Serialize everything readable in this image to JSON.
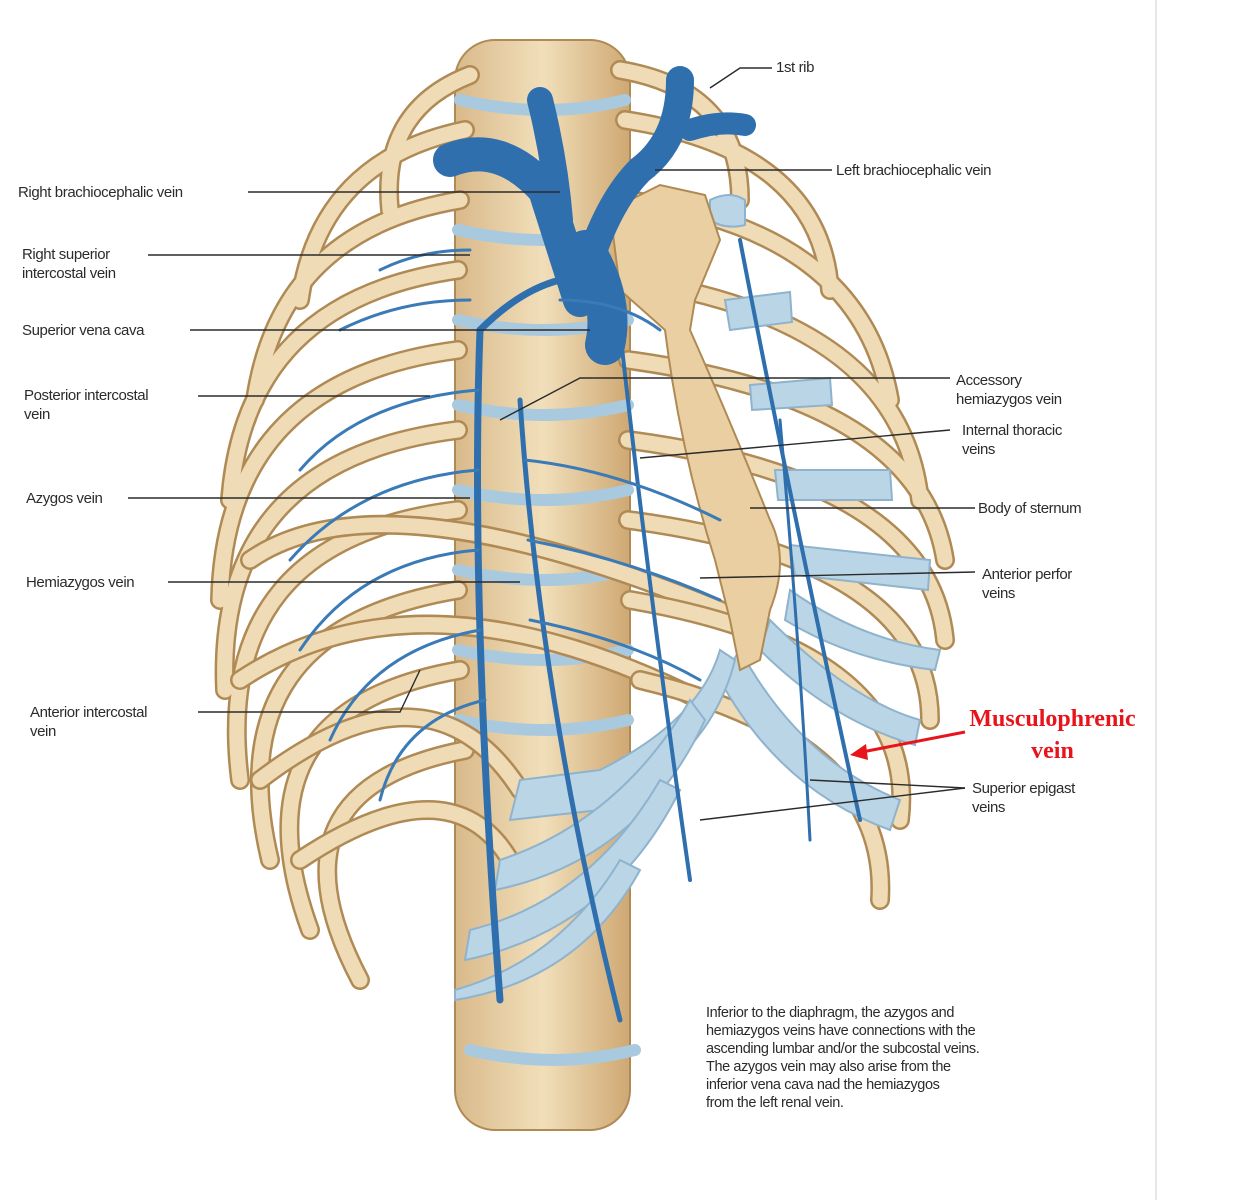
{
  "labels": {
    "first_rib": "1st rib",
    "left_brachiocephalic": "Left brachiocephalic vein",
    "right_brachiocephalic": "Right brachiocephalic vein",
    "right_superior_intercostal": [
      "Right superior",
      "intercostal vein"
    ],
    "superior_vena_cava": "Superior vena cava",
    "posterior_intercostal": [
      "Posterior intercostal",
      "vein"
    ],
    "azygos": "Azygos vein",
    "hemiazygos": "Hemiazygos vein",
    "anterior_intercostal": [
      "Anterior intercostal",
      "vein"
    ],
    "accessory_hemiazygos": [
      "Accessory",
      "hemiazygos vein"
    ],
    "internal_thoracic": [
      "Internal thoracic",
      "veins"
    ],
    "body_of_sternum": "Body of sternum",
    "anterior_perforating": [
      "Anterior perfor",
      "veins"
    ],
    "superior_epigastric": [
      "Superior epigast",
      "veins"
    ]
  },
  "highlight": {
    "text": [
      "Musculophrenic",
      "vein"
    ],
    "color": "#e8141b"
  },
  "footnote": [
    "Inferior to the diaphragm, the azygos and",
    "hemiazygos veins have connections with the",
    "ascending lumbar and/or the subcostal veins.",
    "The azygos vein may also arise from the",
    "inferior vena cava nad the hemiazygos",
    "from the left renal vein."
  ],
  "colors": {
    "bone": "#e9d3a6",
    "bone_edge": "#b08a55",
    "vein": "#2f6fae",
    "vein_dark": "#1f4f86",
    "cartilage": "#b9d5e6"
  }
}
